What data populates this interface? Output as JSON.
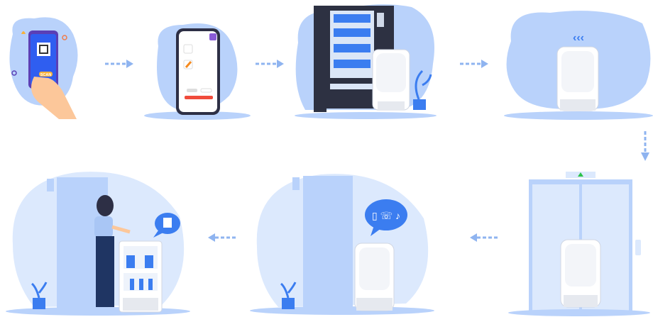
{
  "steps": [
    {
      "id": "scan",
      "button_label": "SCAN"
    },
    {
      "id": "order"
    },
    {
      "id": "vending-load"
    },
    {
      "id": "robot-depart"
    },
    {
      "id": "elevator"
    },
    {
      "id": "notify"
    },
    {
      "id": "deliver"
    }
  ],
  "colors": {
    "blob": "#b9d2fb",
    "blob_light": "#dce9fd",
    "accent": "#3b7df0",
    "robot": "#ffffff",
    "arrow": "#8fb4f0"
  }
}
